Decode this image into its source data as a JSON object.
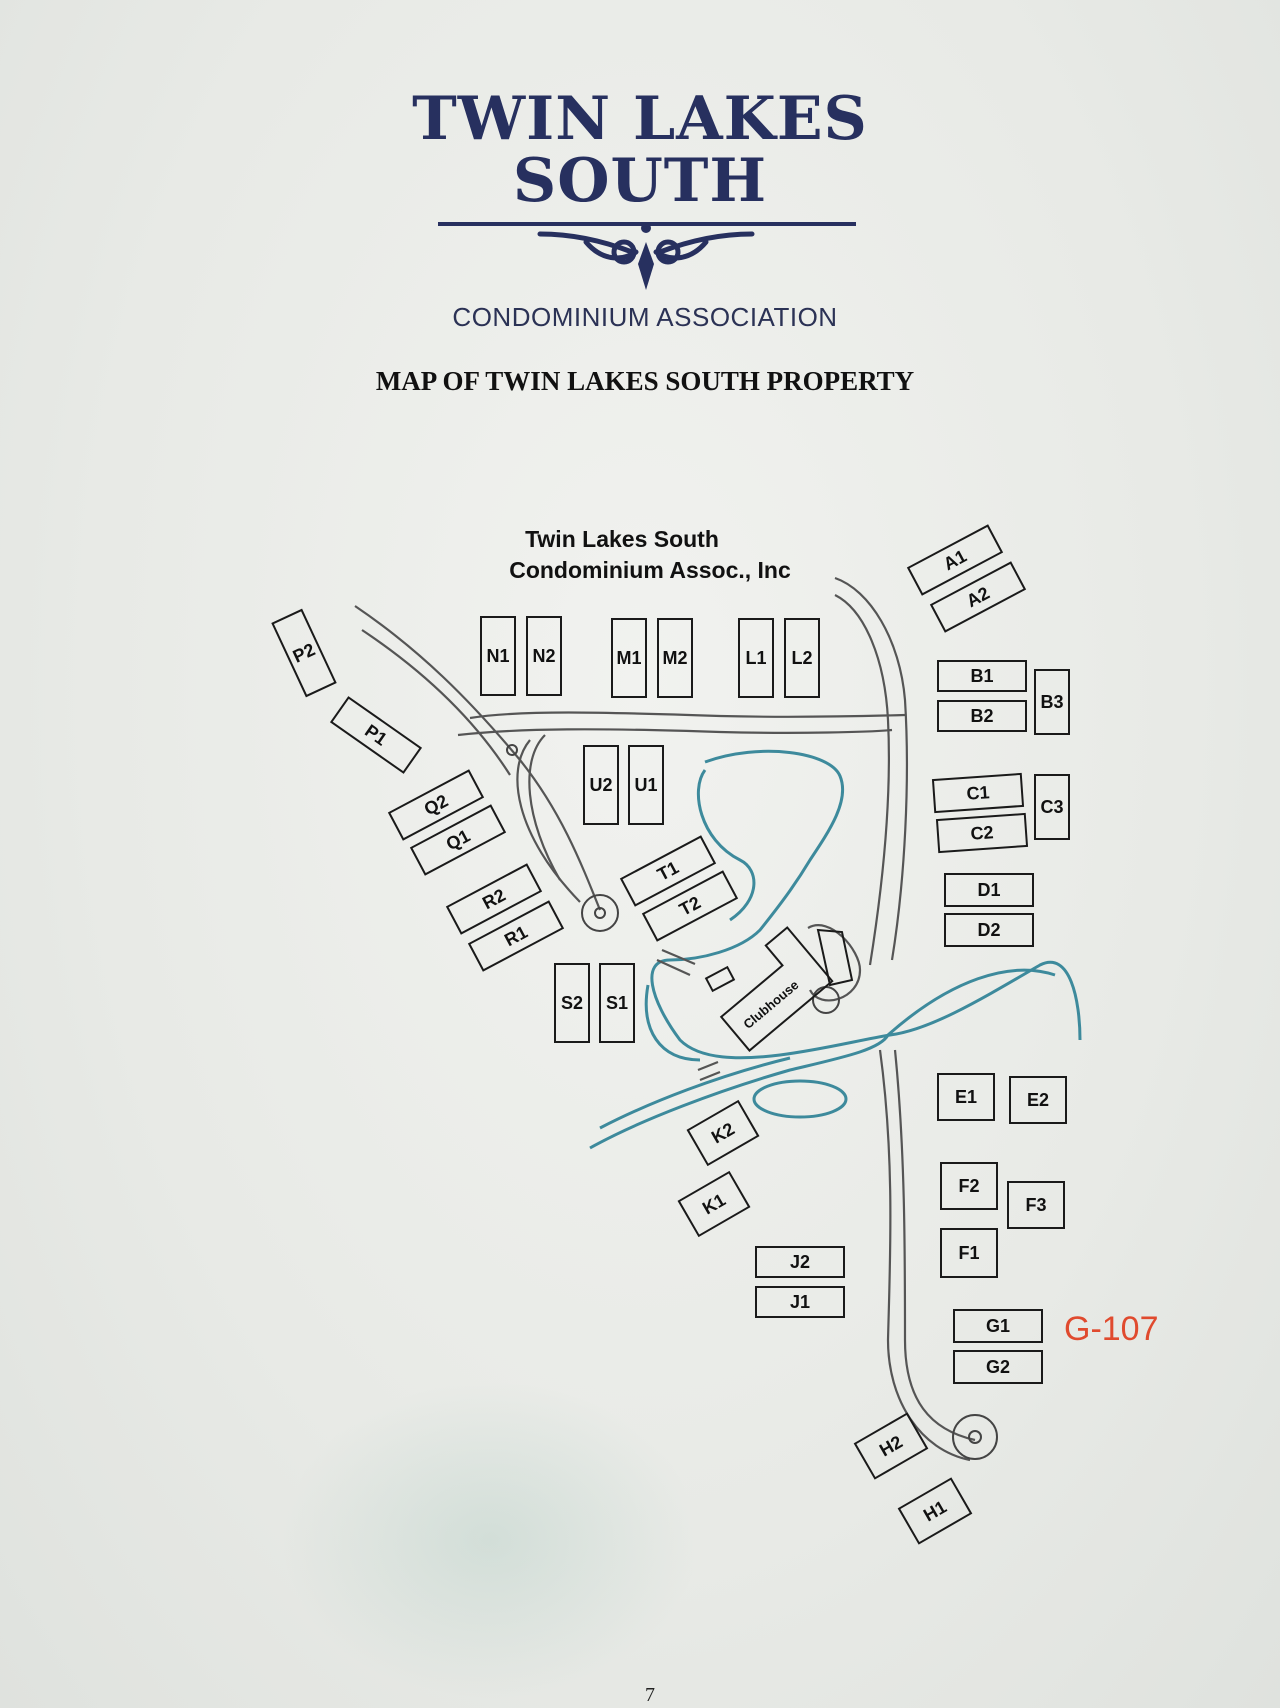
{
  "logo": {
    "line1": "TWIN LAKES",
    "line2": "SOUTH",
    "subtitle": "CONDOMINIUM ASSOCIATION"
  },
  "map_title": "MAP OF TWIN LAKES SOUTH PROPERTY",
  "map": {
    "name_line1": "Twin Lakes South",
    "name_line2": "Condominium Assoc., Inc",
    "buildings": [
      "A1",
      "A2",
      "B1",
      "B2",
      "B3",
      "C1",
      "C2",
      "C3",
      "D1",
      "D2",
      "E1",
      "E2",
      "F1",
      "F2",
      "F3",
      "G1",
      "G2",
      "H1",
      "H2",
      "J1",
      "J2",
      "K1",
      "K2",
      "L1",
      "L2",
      "M1",
      "M2",
      "N1",
      "N2",
      "P1",
      "P2",
      "Q1",
      "Q2",
      "R1",
      "R2",
      "S1",
      "S2",
      "T1",
      "T2",
      "U1",
      "U2"
    ],
    "clubhouse_label": "Clubhouse",
    "highlighted_unit": "G-107",
    "colors": {
      "water": "#3d8a9c",
      "road": "#555555",
      "annotation": "#e04a2e",
      "logo": "#27305f"
    }
  },
  "page_number": "7"
}
